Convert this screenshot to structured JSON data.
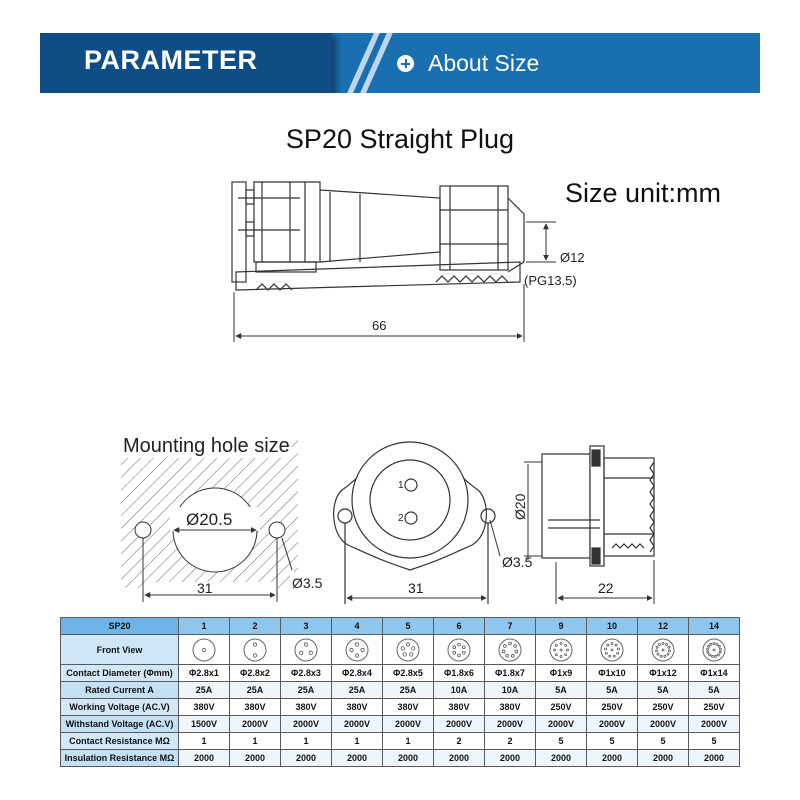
{
  "banner": {
    "parameter": "PARAMETER",
    "about": "About Size",
    "about_icon": "plus-circle-icon"
  },
  "title": "SP20 Straight Plug",
  "size_unit": "Size unit:mm",
  "plug_dims": {
    "length": "66",
    "diameter": "Ø12",
    "thread": "(PG13.5)"
  },
  "mounting": {
    "label": "Mounting hole size",
    "hole": "Ø20.5",
    "spacing": "31",
    "small_hole": "Ø3.5"
  },
  "flange": {
    "spacing": "31",
    "small_hole": "Ø3.5",
    "pin1": "1",
    "pin2": "2"
  },
  "side": {
    "diameter": "Ø20",
    "length": "22"
  },
  "table": {
    "header": [
      "SP20",
      "1",
      "2",
      "3",
      "4",
      "5",
      "6",
      "7",
      "9",
      "10",
      "12",
      "14"
    ],
    "front_view_label": "Front View",
    "pins": [
      1,
      2,
      3,
      4,
      5,
      6,
      7,
      9,
      10,
      12,
      14
    ],
    "rows": [
      {
        "label": "Contact Diameter (Φmm)",
        "values": [
          "Φ2.8x1",
          "Φ2.8x2",
          "Φ2.8x3",
          "Φ2.8x4",
          "Φ2.8x5",
          "Φ1.8x6",
          "Φ1.8x7",
          "Φ1x9",
          "Φ1x10",
          "Φ1x12",
          "Φ1x14"
        ]
      },
      {
        "label": "Rated Current A",
        "values": [
          "25A",
          "25A",
          "25A",
          "25A",
          "25A",
          "10A",
          "10A",
          "5A",
          "5A",
          "5A",
          "5A"
        ]
      },
      {
        "label": "Working Voltage (AC.V)",
        "values": [
          "380V",
          "380V",
          "380V",
          "380V",
          "380V",
          "380V",
          "380V",
          "250V",
          "250V",
          "250V",
          "250V"
        ]
      },
      {
        "label": "Withstand Voltage (AC.V)",
        "values": [
          "1500V",
          "2000V",
          "2000V",
          "2000V",
          "2000V",
          "2000V",
          "2000V",
          "2000V",
          "2000V",
          "2000V",
          "2000V"
        ]
      },
      {
        "label": "Contact Resistance MΩ",
        "values": [
          "1",
          "1",
          "1",
          "1",
          "1",
          "2",
          "2",
          "5",
          "5",
          "5",
          "5"
        ]
      },
      {
        "label": "Insulation Resistance MΩ",
        "values": [
          "2000",
          "2000",
          "2000",
          "2000",
          "2000",
          "2000",
          "2000",
          "2000",
          "2000",
          "2000",
          "2000"
        ]
      }
    ]
  },
  "colors": {
    "banner": "#1a6fb0",
    "banner_tag": "#0f4d86",
    "table_header": "#8fc6ee"
  }
}
